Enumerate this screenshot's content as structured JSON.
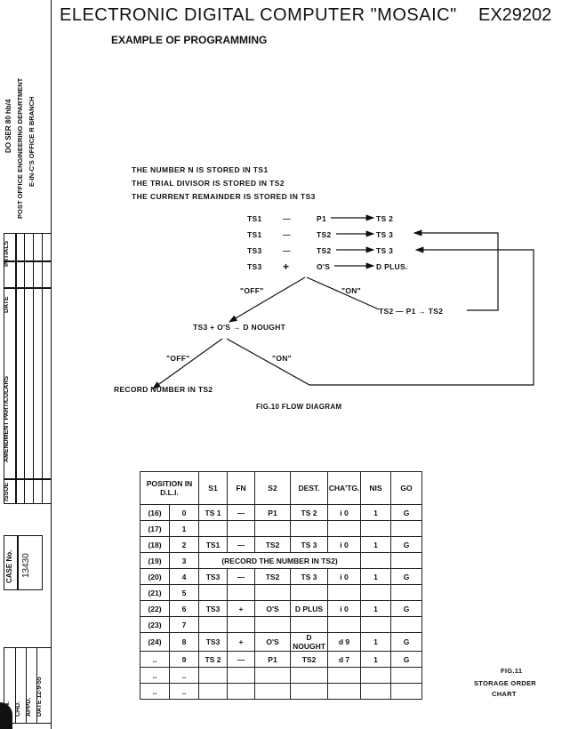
{
  "header": {
    "title": "ELECTRONIC DIGITAL COMPUTER \"MOSAIC\"",
    "code": "EX29202",
    "subtitle": "EXAMPLE OF PROGRAMMING"
  },
  "sidebar": {
    "dept_line1": "DO  SER 80    hb/4",
    "dept_line2": "POST OFFICE ENGINEERING DEPARTMENT",
    "dept_line3": "E-IN-C'S OFFICE  R  BRANCH",
    "amend_headers": [
      "ISSUE",
      "AMENDMENT PARTICULARS",
      "DATE",
      "INITIALS"
    ],
    "case_label": "CASE No.",
    "case_no": "13430",
    "sign_drn": "DRN.",
    "sign_chd": "CHD.",
    "sign_appd": "APPD.",
    "sign_date": "DATE 12-9-55"
  },
  "flow": {
    "notes": [
      "THE NUMBER  N  IS STORED IN TS1",
      "THE TRIAL DIVISOR IS STORED IN TS2",
      "THE CURRENT REMAINDER IS STORED IN TS3"
    ],
    "steps": [
      {
        "a": "TS1",
        "op": "—",
        "b": "P1",
        "dest": "TS 2"
      },
      {
        "a": "TS1",
        "op": "—",
        "b": "TS2",
        "dest": "TS 3"
      },
      {
        "a": "TS3",
        "op": "—",
        "b": "TS2",
        "dest": "TS 3"
      },
      {
        "a": "TS3",
        "op": "+",
        "b": "O'S",
        "dest": "D PLUS."
      }
    ],
    "off1": "\"OFF\"",
    "on1": "\"ON\"",
    "on1_result": "TS2 — P1 → TS2",
    "nought": "TS3 + O'S → D NOUGHT",
    "off2": "\"OFF\"",
    "on2": "\"ON\"",
    "record": "RECORD NUMBER IN TS2",
    "caption": "FIG.10   FLOW DIAGRAM"
  },
  "chart": {
    "headers": [
      "POSITION IN D.L.I.",
      "S1",
      "FN",
      "S2",
      "DEST.",
      "CHA'TG.",
      "NIS",
      "GO"
    ],
    "rows": [
      [
        "(16)",
        "0",
        "TS 1",
        "—",
        "P1",
        "TS 2",
        "i  0",
        "1",
        "G"
      ],
      [
        "(17)",
        "1",
        "",
        "",
        "",
        "",
        "",
        "",
        ""
      ],
      [
        "(18)",
        "2",
        "TS1",
        "—",
        "TS2",
        "TS 3",
        "i  0",
        "1",
        "G"
      ],
      [
        "(19)",
        "3",
        "",
        "",
        "",
        "",
        "",
        "",
        ""
      ],
      [
        "(20)",
        "4",
        "TS3",
        "—",
        "TS2",
        "TS 3",
        "i  0",
        "1",
        "G"
      ],
      [
        "(21)",
        "5",
        "",
        "",
        "",
        "",
        "",
        "",
        ""
      ],
      [
        "(22)",
        "6",
        "TS3",
        "+",
        "O'S",
        "D PLUS",
        "i  0",
        "1",
        "G"
      ],
      [
        "(23)",
        "7",
        "",
        "",
        "",
        "",
        "",
        "",
        ""
      ],
      [
        "(24)",
        "8",
        "TS3",
        "+",
        "O'S",
        "D NOUGHT",
        "d 9",
        "1",
        "G"
      ],
      [
        "..",
        "9",
        "TS 2",
        "—",
        "P1",
        "TS2",
        "d 7",
        "1",
        "G"
      ],
      [
        "..",
        "..",
        "",
        "",
        "",
        "",
        "",
        "",
        ""
      ],
      [
        "..",
        "..",
        "",
        "",
        "",
        "",
        "",
        "",
        ""
      ]
    ],
    "row3_note": "(RECORD THE NUMBER IN TS2)",
    "caption1": "FIG.11",
    "caption2": "STORAGE ORDER",
    "caption3": "CHART"
  }
}
